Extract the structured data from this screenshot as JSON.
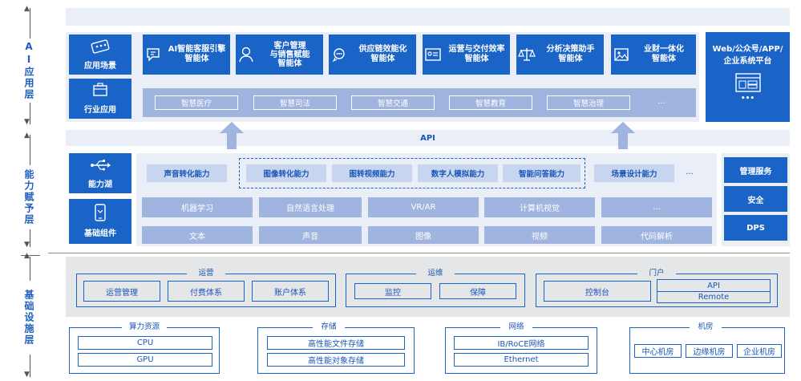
{
  "layers": {
    "ai": "AI应用层",
    "capability": "能力赋予层",
    "base": "基础设施层"
  },
  "ai_layer": {
    "left_boxes": [
      "应用场景",
      "行业应用"
    ],
    "agents": [
      {
        "lines": [
          "AI智能客服引擎",
          "智能体"
        ],
        "icon": "chat-bot-icon"
      },
      {
        "lines": [
          "客户管理",
          "与销售赋能",
          "智能体"
        ],
        "icon": "customer-icon"
      },
      {
        "lines": [
          "供应链效能化",
          "智能体"
        ],
        "icon": "supply-chain-icon"
      },
      {
        "lines": [
          "运营与交付效率",
          "智能体"
        ],
        "icon": "id-card-icon"
      },
      {
        "lines": [
          "分析决策助手",
          "智能体"
        ],
        "icon": "scale-icon"
      },
      {
        "lines": [
          "业财一体化",
          "智能体"
        ],
        "icon": "finance-image-icon"
      }
    ],
    "scenarios": [
      "智慧医疗",
      "智慧司法",
      "智慧交通",
      "智慧教育",
      "智慧治理",
      "..."
    ],
    "right_box": {
      "lines": [
        "Web/公众号/APP/",
        "企业系统平台"
      ],
      "dots": "•••"
    }
  },
  "api_label": "API",
  "capability_layer": {
    "left_boxes": [
      "能力湖",
      "基础组件"
    ],
    "top_row": [
      "声音转化能力",
      "图像转化能力",
      "图转视频能力",
      "数字人模拟能力",
      "智能问答能力",
      "场景设计能力",
      "..."
    ],
    "mid_row": [
      "机器学习",
      "自然语言处理",
      "VR/AR",
      "计算机视觉",
      "..."
    ],
    "bottom_row": [
      "文本",
      "声音",
      "图像",
      "视频",
      "代码解析"
    ],
    "right_boxes": [
      "管理服务",
      "安全",
      "DPS"
    ]
  },
  "base_layer": {
    "groups": [
      {
        "title": "运营",
        "items": [
          "运营管理",
          "付费体系",
          "账户体系"
        ]
      },
      {
        "title": "运维",
        "items": [
          "监控",
          "保障"
        ]
      },
      {
        "title": "门户",
        "items": [
          "控制台"
        ],
        "api": [
          "API",
          "Remote"
        ]
      }
    ],
    "resources": [
      {
        "title": "算力资源",
        "items": [
          "CPU",
          "GPU"
        ]
      },
      {
        "title": "存储",
        "items": [
          "高性能文件存储",
          "高性能对象存储"
        ]
      },
      {
        "title": "网络",
        "items": [
          "IB/RoCE网络",
          "Ethernet"
        ]
      },
      {
        "title": "机房",
        "items": [
          "中心机房",
          "边缘机房",
          "企业机房"
        ]
      }
    ]
  },
  "colors": {
    "primary": "#1a63c7",
    "light": "#9fb4de",
    "bg": "#e9eef7",
    "gray": "#e5e6e8"
  }
}
